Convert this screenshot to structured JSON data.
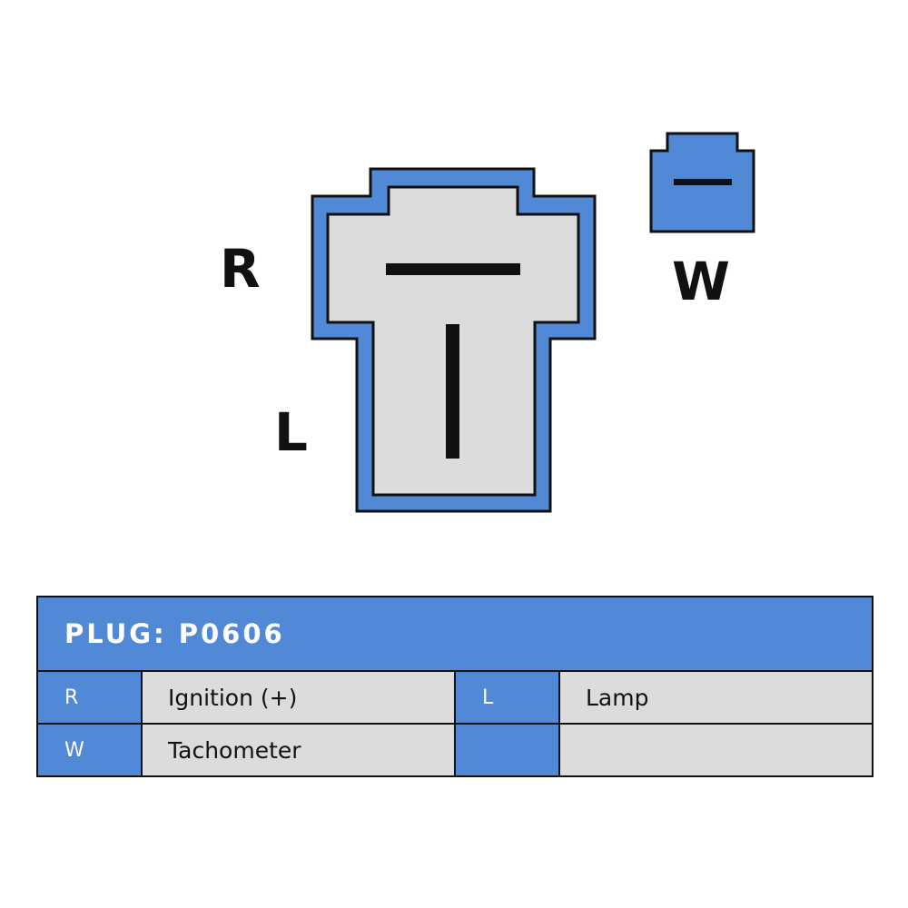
{
  "colors": {
    "connector_blue": "#5189d6",
    "housing_gray": "#dcdcdc",
    "outline": "#111111",
    "table_blue": "#5189d6",
    "cell_gray": "#dcdcdc"
  },
  "diagram": {
    "main_connector_labels": {
      "r": "R",
      "l": "L"
    },
    "side_connector_label": "W"
  },
  "table": {
    "title": "PLUG: P0606",
    "rows": [
      [
        {
          "code": "R",
          "description": "Ignition (+)"
        },
        {
          "code": "L",
          "description": "Lamp"
        }
      ],
      [
        {
          "code": "W",
          "description": "Tachometer"
        },
        {
          "code": "",
          "description": ""
        }
      ]
    ]
  }
}
